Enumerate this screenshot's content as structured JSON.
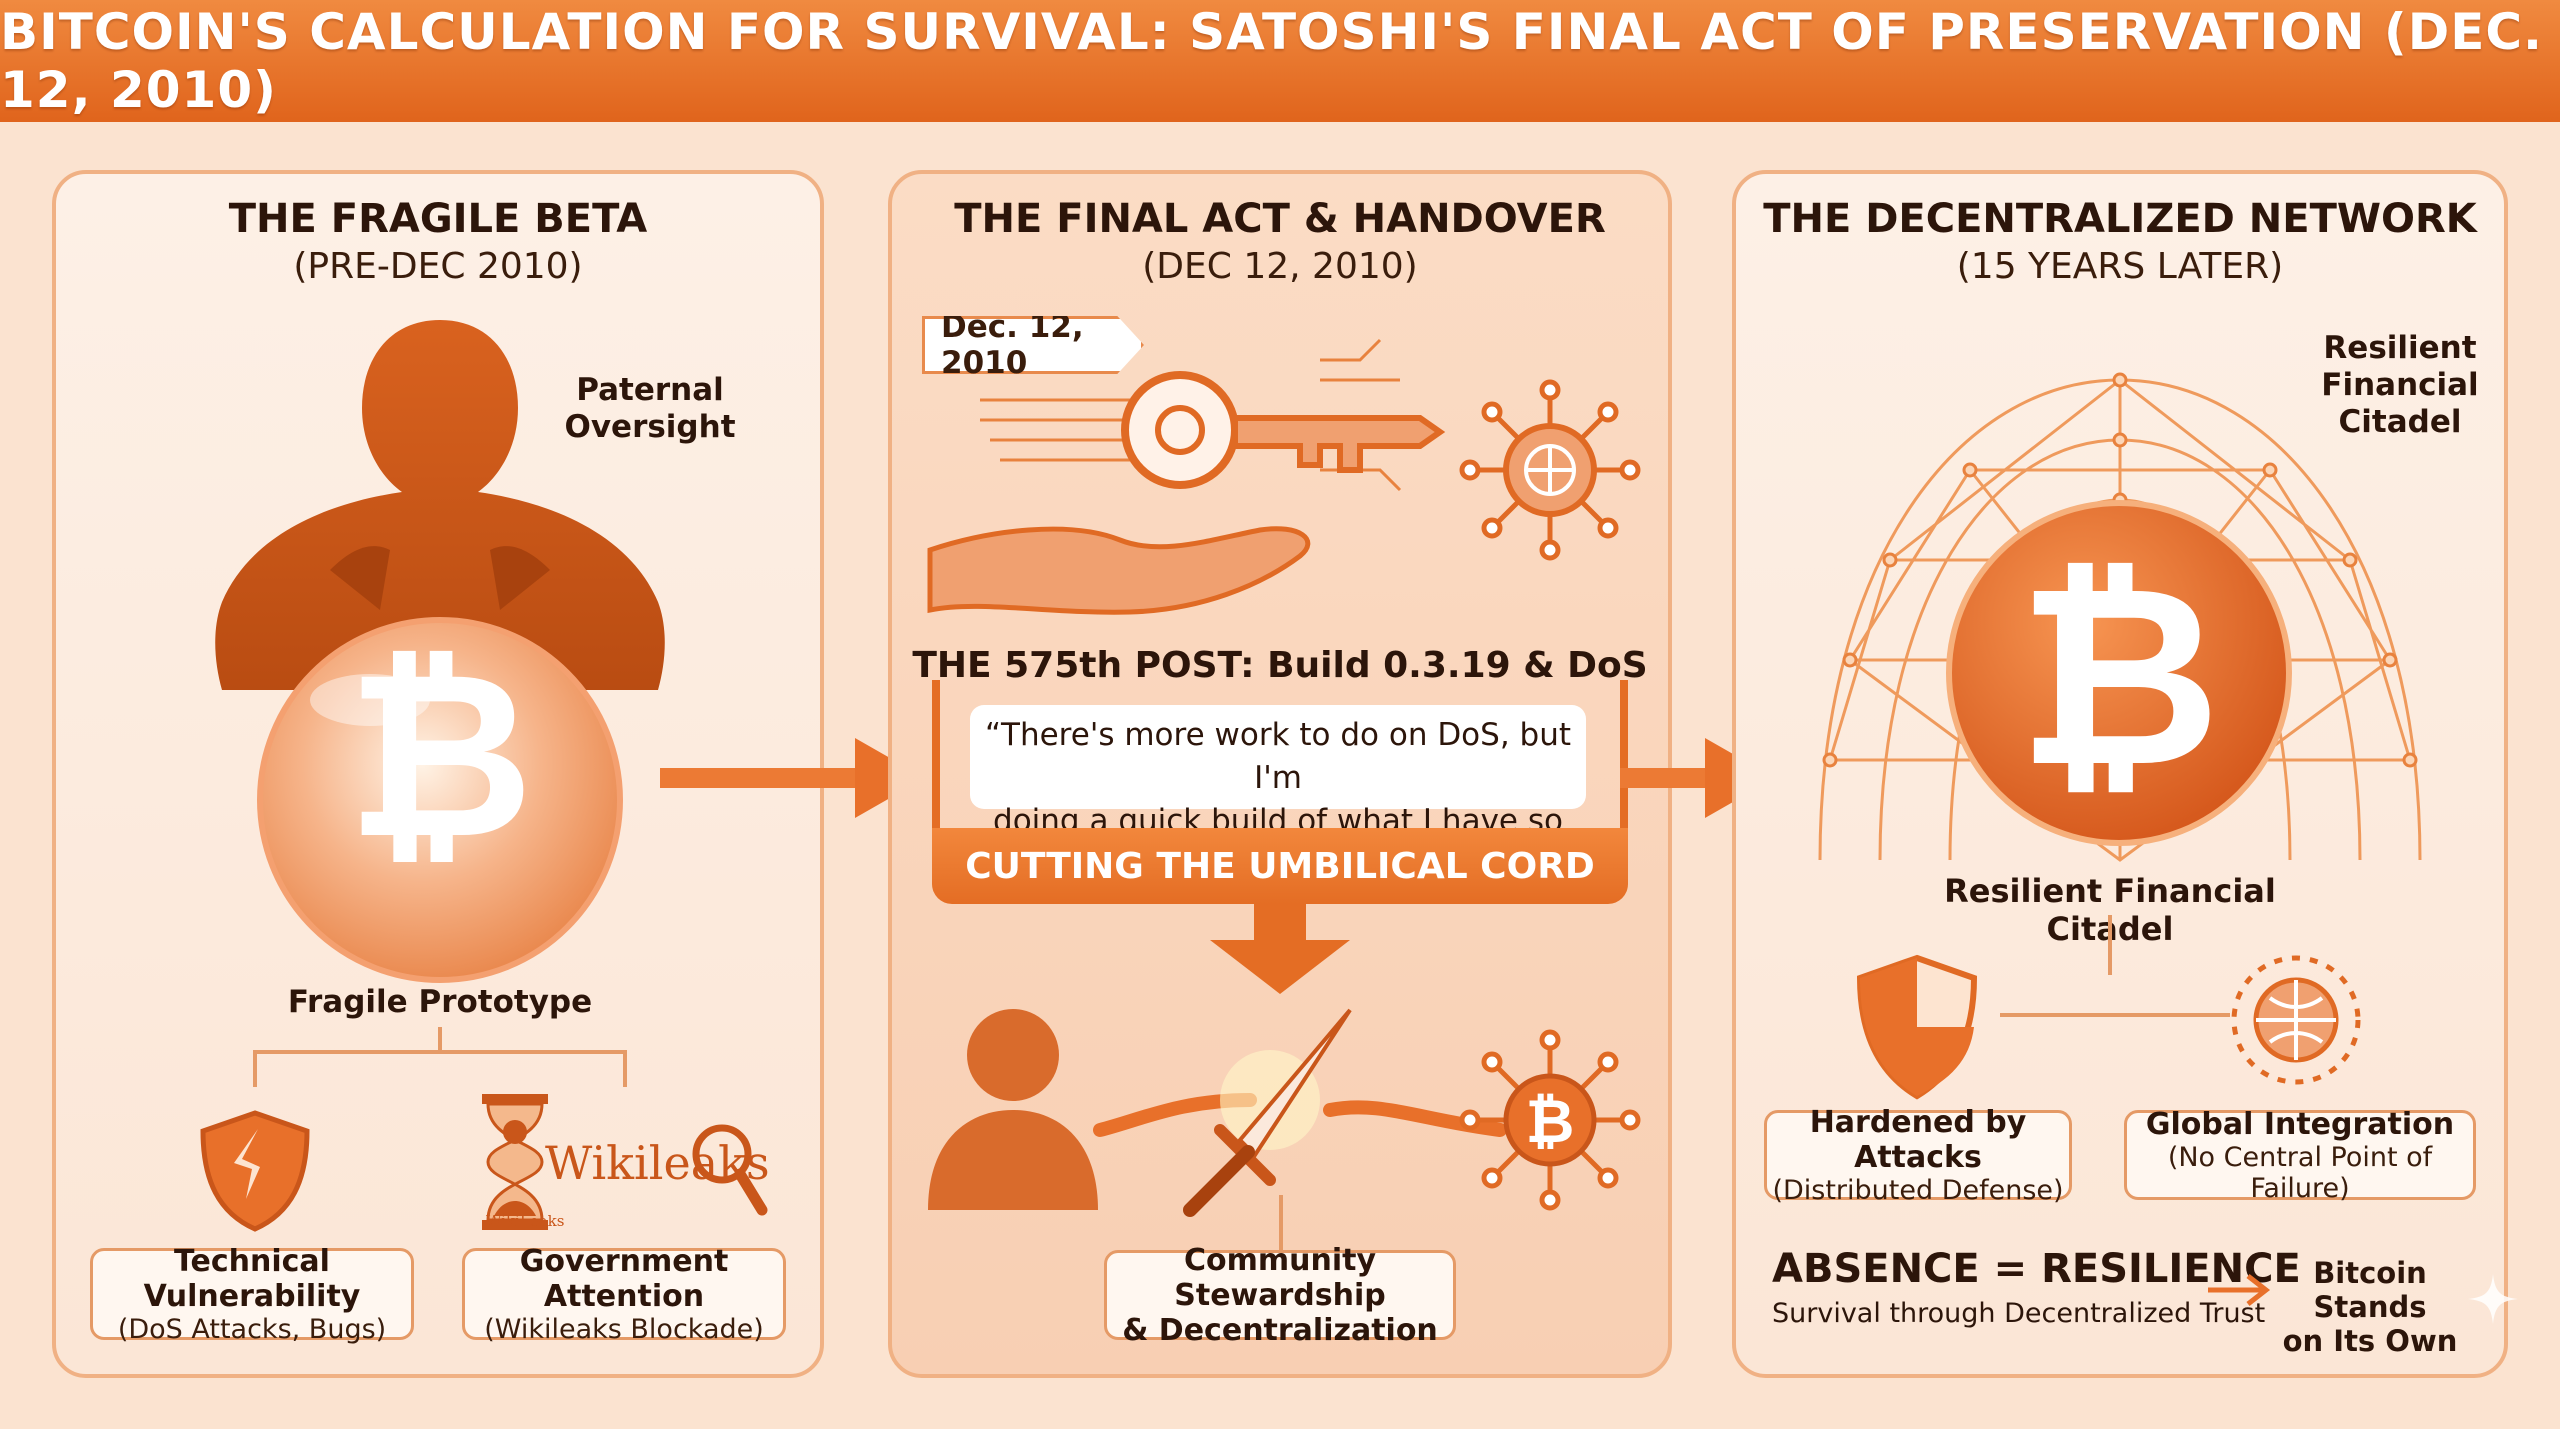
{
  "banner": {
    "title": "BITCOIN'S CALCULATION FOR SURVIVAL: SATOSHI'S FINAL ACT OF PRESERVATION (DEC. 12, 2010)"
  },
  "panel1": {
    "title": "THE FRAGILE BETA",
    "subtitle": "(PRE-DEC 2010)",
    "oversight": [
      "Paternal",
      "Oversight"
    ],
    "prototype": "Fragile Prototype",
    "wikileaks_logo": "Wikileaks",
    "wikileaks_small": "WikiLeaks",
    "box1": {
      "title": "Technical Vulnerability",
      "detail": "(DoS Attacks, Bugs)"
    },
    "box2": {
      "title": "Government Attention",
      "detail": "(Wikileaks Blockade)"
    }
  },
  "panel2": {
    "title": "THE FINAL ACT & HANDOVER",
    "subtitle": "(DEC 12, 2010)",
    "date_tag": "Dec. 12, 2010",
    "post_title": "THE 575th POST: Build 0.3.19 & DoS",
    "quote_line1": "“There's more work to do on DoS, but I'm",
    "quote_line2": "doing a quick build of what I have so far...”",
    "cut_label": "CUTTING THE UMBILICAL CORD",
    "community": [
      "Community Stewardship",
      "& Decentralization"
    ]
  },
  "panel3": {
    "title": "THE DECENTRALIZED NETWORK",
    "subtitle": "(15 YEARS LATER)",
    "citadel_corner": [
      "Resilient",
      "Financial",
      "Citadel"
    ],
    "citadel_label": "Resilient Financial Citadel",
    "box1": {
      "title": "Hardened by Attacks",
      "detail": "(Distributed Defense)"
    },
    "box2": {
      "title": "Global Integration",
      "detail": "(No Central Point of Failure)"
    },
    "equation": "ABSENCE = RESILIENCE",
    "equation_sub": "Survival through Decentralized Trust",
    "stands": [
      "Bitcoin Stands",
      "on Its Own"
    ]
  },
  "colors": {
    "accent": "#e8702a",
    "dark_orange": "#c9561a",
    "panel_border": "#f0b184",
    "background": "#fbe3d0"
  }
}
